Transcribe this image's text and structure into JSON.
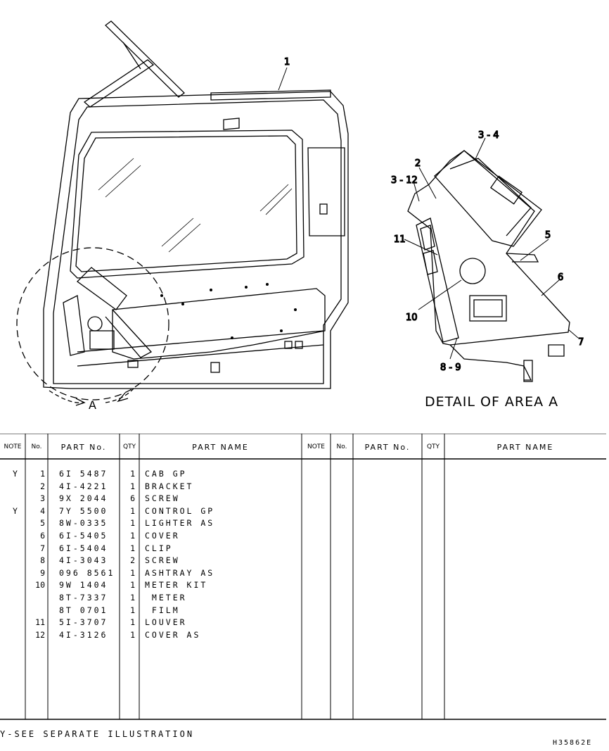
{
  "illustration": {
    "callouts": [
      "1",
      "2",
      "3 - 4",
      "3 - 12",
      "5",
      "6",
      "7",
      "8 - 9",
      "10",
      "11"
    ],
    "detail_title": "DETAIL OF AREA A",
    "area_label": "A"
  },
  "table": {
    "headers": {
      "note": "NOTE",
      "no": "No.",
      "part_no": "PART No.",
      "qty": "QTY",
      "part_name": "PART NAME"
    },
    "rows": [
      {
        "note": "Y",
        "no": "1",
        "part_no": "6I 5487",
        "qty": "1",
        "name": "CAB GP"
      },
      {
        "note": "",
        "no": "2",
        "part_no": "4I-4221",
        "qty": "1",
        "name": "BRACKET"
      },
      {
        "note": "",
        "no": "3",
        "part_no": "9X 2044",
        "qty": "6",
        "name": "SCREW"
      },
      {
        "note": "Y",
        "no": "4",
        "part_no": "7Y 5500",
        "qty": "1",
        "name": "CONTROL GP"
      },
      {
        "note": "",
        "no": "5",
        "part_no": "8W-0335",
        "qty": "1",
        "name": "LIGHTER AS"
      },
      {
        "note": "",
        "no": "6",
        "part_no": "6I-5405",
        "qty": "1",
        "name": "COVER"
      },
      {
        "note": "",
        "no": "7",
        "part_no": "6I-5404",
        "qty": "1",
        "name": "CLIP"
      },
      {
        "note": "",
        "no": "8",
        "part_no": "4I-3043",
        "qty": "2",
        "name": "SCREW"
      },
      {
        "note": "",
        "no": "9",
        "part_no": "096 8561",
        "qty": "1",
        "name": "ASHTRAY AS"
      },
      {
        "note": "",
        "no": "10",
        "part_no": "9W 1404",
        "qty": "1",
        "name": "METER KIT"
      },
      {
        "note": "",
        "no": "",
        "part_no": "8T-7337",
        "qty": "1",
        "name": " METER"
      },
      {
        "note": "",
        "no": "",
        "part_no": "8T 0701",
        "qty": "1",
        "name": " FILM"
      },
      {
        "note": "",
        "no": "11",
        "part_no": "5I-3707",
        "qty": "1",
        "name": "LOUVER"
      },
      {
        "note": "",
        "no": "12",
        "part_no": "4I-3126",
        "qty": "1",
        "name": "COVER AS"
      }
    ]
  },
  "footnote": "Y-SEE SEPARATE ILLUSTRATION",
  "illustration_ref": "H35862E"
}
